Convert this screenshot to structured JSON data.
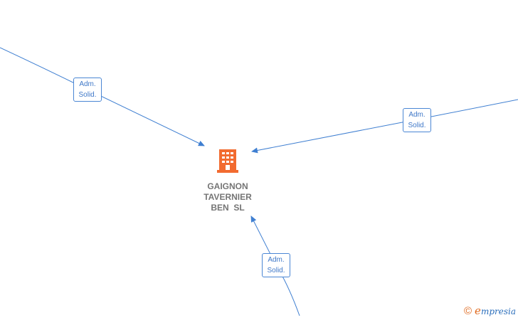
{
  "center_node": {
    "name_lines": [
      "GAIGNON",
      "TAVERNIER",
      "BEN  SL"
    ],
    "icon": "building-icon",
    "color": "#f26b30"
  },
  "relations": [
    {
      "label_line1": "Adm.",
      "label_line2": "Solid."
    },
    {
      "label_line1": "Adm.",
      "label_line2": "Solid."
    },
    {
      "label_line1": "Adm.",
      "label_line2": "Solid."
    }
  ],
  "edge_color": "#3f7fd1",
  "footer": {
    "copyright_symbol": "©",
    "brand_initial": "e",
    "brand_rest": "mpresia"
  }
}
